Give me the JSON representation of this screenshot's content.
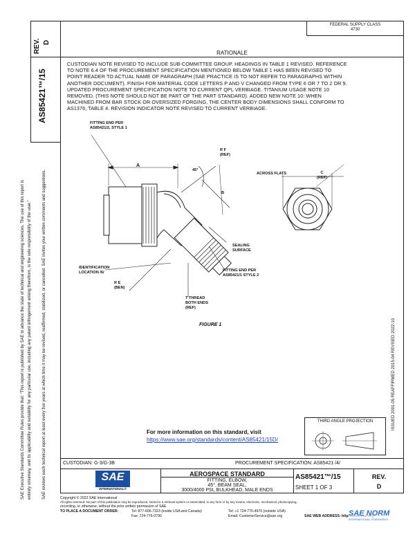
{
  "header": {
    "rev_label": "REV.",
    "rev_value": "D",
    "doc_number": "AS85421™/15",
    "fsc_line1": "FEDERAL SUPPLY CLASS",
    "fsc_line2": "4730"
  },
  "rationale": {
    "heading": "RATIONALE",
    "lines": [
      "CUSTODIAN NOTE REVISED TO INCLUDE SUB-COMMITTEE GROUP. HEADINGS IN TABLE 1 REVISED. REFERENCE",
      "TO NOTE 6.4 OF THE PROCUREMENT SPECIFICATION MENTIONED BELOW TABLE 1 HAS BEEN REVISED TO",
      "POINT READER TO ACTUAL NAME OF PARAGRAPH (SAE PRACTICE IS TO NOT REFER TO PARAGRAPHS WITHIN",
      "ANOTHER DOCUMENT). FINISH FOR MATERIAL CODE LETTERS P AND V CHANGED FROM TYPE 6 OR 7 TO 2 OR 9.",
      "UPDATED PROCUREMENT SPECIFICATION NOTE TO CURRENT QPL VERBIAGE. TITANIUM USAGE NOTE 10",
      "REMOVED. (THIS NOTE SHOULD NOT BE PART OF THE PART STANDARD). ADDED NEW NOTE 10: WHEN",
      "MACHINED FROM BAR STOCK OR OVERSIZED FORGING, THE CENTER BODY DIMENSIONS SHALL CONFORM TO",
      "AS1376, TABLE 4. REVISION INDICATOR NOTE REVISED TO CURRENT VERBIAGE."
    ]
  },
  "figure": {
    "fitting_end_top": [
      "FITTING END PER",
      "AS85421/2, STYLE 1"
    ],
    "dim_a": "A",
    "angle": "45°",
    "rf": [
      "R F",
      "(REF)"
    ],
    "dim_b": "B",
    "across_flats": "ACROSS FLATS",
    "dim_c": [
      "C",
      "(REF)"
    ],
    "sealing_surface": [
      "SEALING",
      "SURFACE"
    ],
    "identification": [
      "IDENTIFICATION",
      "LOCATION /6/"
    ],
    "fitting_end_bottom": [
      "FITTING END PER",
      "AS85421/1 STYLE 2"
    ],
    "re": [
      "R E",
      "(BEN)"
    ],
    "thread": [
      "T THREAD",
      "BOTH ENDS",
      "(REF)"
    ],
    "caption": "FIGURE 1"
  },
  "side_left": {
    "line1": "SAE Executive Standards Committee Rules provide that: \"This report is published by SAE to advance the state of technical and engineering sciences. The use of this report is",
    "line2": "entirely voluntary, and its applicability and suitability for any particular use, including any patent infringement arising therefrom, is the sole responsibility of the user.\"",
    "line3": "SAE reviews each technical report at least every five years at which time it may be revised, reaffirmed, stabilized, or cancelled. SAE invites your written comments and suggestions."
  },
  "side_right": "ISSUED 2001-05   REAFFIRMED 2015-04   REVISED 2022-10",
  "projection": {
    "label": "THIRD ANGLE PROJECTION"
  },
  "info": {
    "title": "For more information on this standard, visit",
    "url": "https://www.sae.org/standards/content/AS85421/15D/"
  },
  "bottom": {
    "custodian": "CUSTODIAN: G-3/G-3B",
    "procurement": "PROCUREMENT SPECIFICATION: AS85421 /4/",
    "sae_logo": "SAE",
    "sae_sub": "INTERNATIONAL®",
    "title": "AEROSPACE STANDARD",
    "desc1": "FITTING, ELBOW,",
    "desc2": "45°, BEAM SEAL,",
    "desc3": "3000/4000 PSI, BULKHEAD, MALE ENDS",
    "doc": "AS85421™/15",
    "sheet": "SHEET 1 OF 3",
    "rev_label": "REV.",
    "rev_value": "D"
  },
  "footer": {
    "copyright1": "Copyright © 2022 SAE International",
    "copyright2": "All rights reserved. No part of this publication may be reproduced, stored in a retrieval system or transmitted, in any form or by any means, electronic, mechanical, photocopying,",
    "copyright3": "recording, or otherwise, without the prior written permission of SAE.",
    "order": "TO PLACE A DOCUMENT ORDER:",
    "tel1": "Tel: 877-606-7323 (inside USA and Canada)",
    "tel2": "Tel: +1 724-776-4970 (outside USA)",
    "fax": "Fax: 724-776-0790",
    "email": "Email: CustomerService@sae.org",
    "web": "SAE WEB ADDRESS: http://www.sae.org",
    "watermark": "SAE NORM",
    "watermark_sub": "INTERNATIONAL STANDARDS"
  }
}
